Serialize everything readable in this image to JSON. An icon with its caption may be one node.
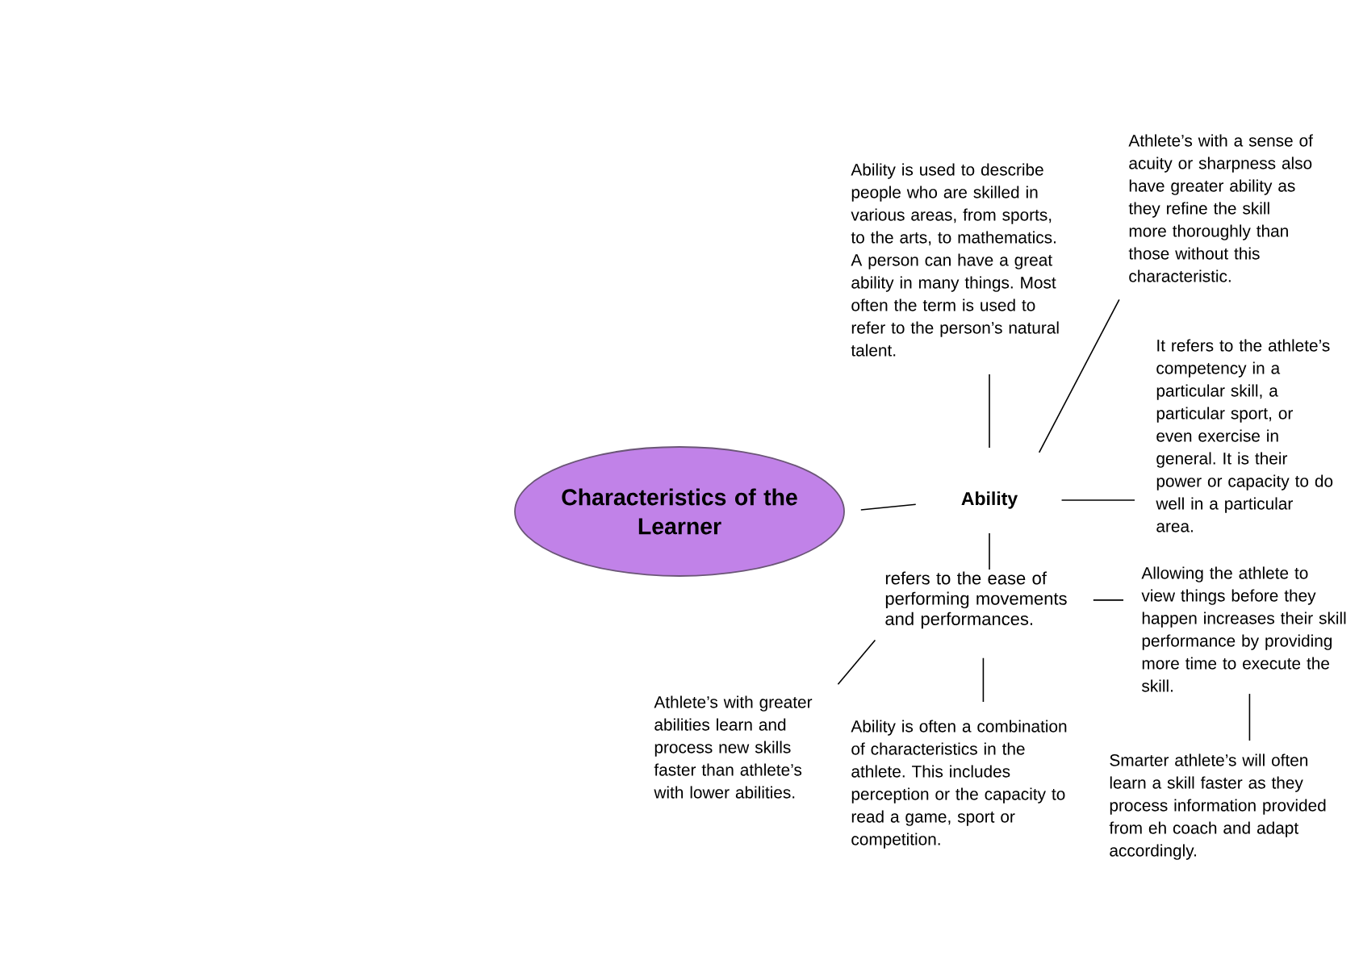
{
  "diagram": {
    "nodes": [
      {
        "text": [
          "Characteristics of the Learner"
        ]
      },
      {
        "text": [
          "Ability"
        ]
      },
      {
        "text": [
          "Ability is used to describe people who are skilled in various areas, from sports, to the arts, to mathematics. A person can have a great ability in many things. Most often the term is used to refer to the person’s natural talent."
        ]
      },
      {
        "text": [
          "Athlete’s with a sense of acuity or sharpness also have greater ability as they refine the skill more thoroughly than those without this characteristic."
        ]
      },
      {
        "text": [
          "It refers to the athlete’s competency in a particular skill, a particular sport, or even exercise in general. It is their power or capacity to do well in a particular area."
        ]
      },
      {
        "text": [
          "refers to the ease of performing movements and performances."
        ]
      },
      {
        "text": [
          "Allowing the athlete to view things before they happen increases their skill performance by providing more time to execute the skill."
        ]
      },
      {
        "text": [
          "Athlete’s with greater abilities learn and process new skills faster than athlete’s with lower abilities."
        ]
      },
      {
        "text": [
          "Ability is often a combination of characteristics in the athlete. This includes perception or the capacity to read a game, sport or competition."
        ]
      },
      {
        "text": [
          "Smarter athlete’s will often learn a skill faster as they process information provided from eh coach and adapt accordingly."
        ]
      }
    ],
    "edges": [
      {
        "from": 0,
        "to": 1,
        "arrow": "none"
      },
      {
        "from": 1,
        "to": 2,
        "arrow": "none"
      },
      {
        "from": 1,
        "to": 3,
        "arrow": "none"
      },
      {
        "from": 1,
        "to": 4,
        "arrow": "none"
      },
      {
        "from": 1,
        "to": 5,
        "arrow": "none"
      },
      {
        "from": 5,
        "to": 6,
        "arrow": "none"
      },
      {
        "from": 5,
        "to": 7,
        "arrow": "none"
      },
      {
        "from": 5,
        "to": 8,
        "arrow": "none"
      },
      {
        "from": 6,
        "to": 9,
        "arrow": "none"
      }
    ]
  }
}
